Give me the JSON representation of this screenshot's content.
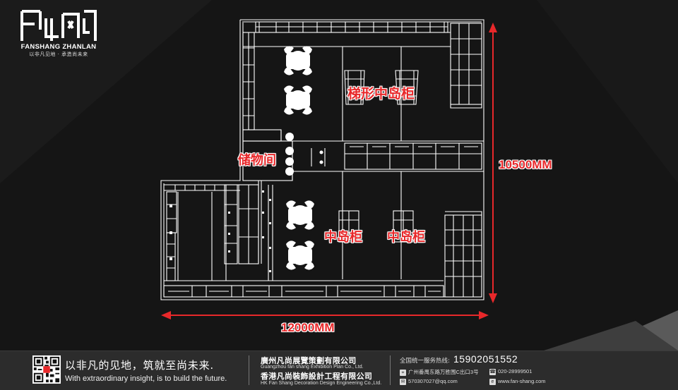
{
  "logo": {
    "mark": "FAN",
    "name": "FANSHANG ZHANLAN",
    "slogan": "以非凡见地 · 承造尚未来"
  },
  "labels": {
    "trapezoid_cabinet": "梯形中岛柜",
    "storage_room": "储物间",
    "island_cabinet_1": "中岛柜",
    "island_cabinet_2": "中岛柜"
  },
  "dimensions": {
    "height": "10500MM",
    "width": "12000MM"
  },
  "colors": {
    "annotation": "#e8282a",
    "background": "#151515",
    "lines": "#ffffff",
    "footer": "#2c2c2c"
  },
  "footer": {
    "slogan_cn": "以非凡的见地，筑就至尚未来.",
    "slogan_en": "With extraordinary insight, is to build the future.",
    "company_cn_1": "廣州凡尚展覽策劃有限公司",
    "company_en_1": "Guangzhou fan shang  Exhibition Plan Co., Ltd.",
    "company_cn_2": "香港凡尚裝飾設計工程有限公司",
    "company_en_2": "HK Fan Shang Decoration Design Engineering Co.,Ltd.",
    "hotline_label": "全国统一服务热线:",
    "hotline": "15902051552",
    "address": "广州番禺东路万胜围C出口3号",
    "phone": "020-28999501",
    "qq": "570307027@qq.com",
    "website": "www.fan-shang.com",
    "icons": [
      "location-icon",
      "phone-icon",
      "qq-icon",
      "web-icon"
    ]
  }
}
